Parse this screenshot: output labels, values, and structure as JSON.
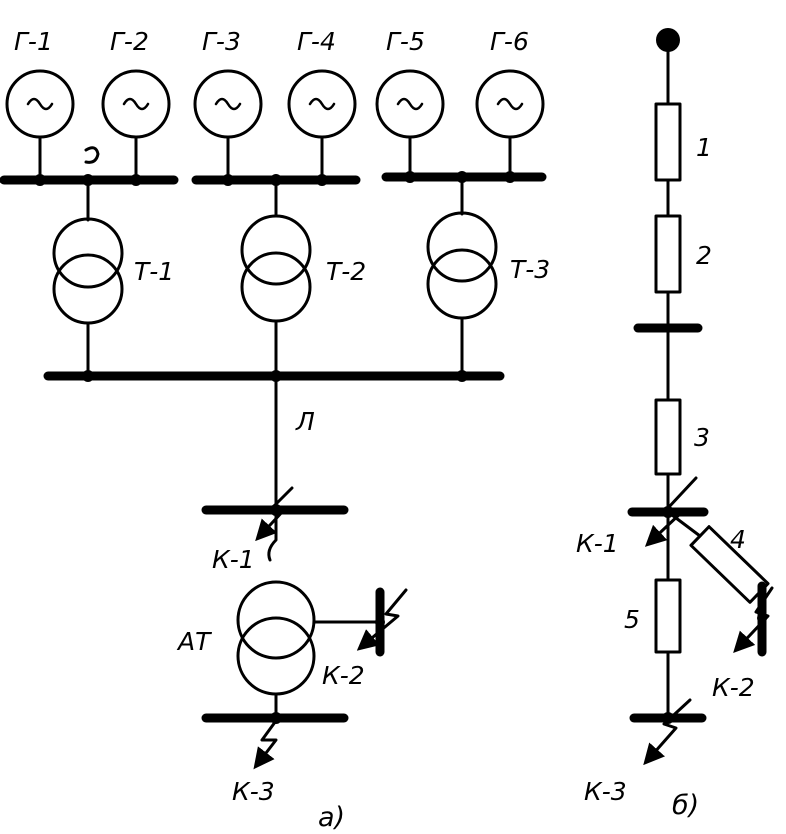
{
  "scheme_a": {
    "generators": [
      {
        "label": "Г-1"
      },
      {
        "label": "Г-2"
      },
      {
        "label": "Г-3"
      },
      {
        "label": "Г-4"
      },
      {
        "label": "Г-5"
      },
      {
        "label": "Г-6"
      }
    ],
    "transformers": [
      {
        "label": "Т-1"
      },
      {
        "label": "Т-2"
      },
      {
        "label": "Т-3"
      }
    ],
    "line_label": "Л",
    "autotransformer_label": "АТ",
    "faults": {
      "k1": "К-1",
      "k2": "К-2",
      "k3": "К-3"
    },
    "caption": "а)"
  },
  "scheme_b": {
    "elements": [
      "1",
      "2",
      "3",
      "4",
      "5"
    ],
    "faults": {
      "k1": "К-1",
      "k2": "К-2",
      "k3": "К-3"
    },
    "caption": "б)"
  }
}
